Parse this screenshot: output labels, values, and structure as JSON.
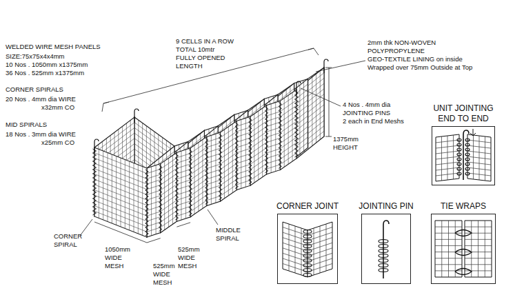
{
  "diagram": {
    "nodes": [
      {
        "text": [
          "UNIT JOINTING END TO END"
        ]
      },
      {
        "text": [
          "CORNER JOINT"
        ]
      },
      {
        "text": [
          "JOINTING PIN"
        ]
      },
      {
        "text": [
          "TIE WRAPS"
        ]
      }
    ],
    "labels": [
      "WELDED WIRE MESH PANELS",
      "SIZE:75x75x4x4mm",
      "10 Nos . 1050mm x1375mm",
      "36 Nos . 525mm x1375mm",
      "CORNER SPIRALS",
      "20 Nos . 4mm dia WIRE",
      "x32mm CO",
      "MID SPIRALS",
      "18 Nos . 3mm dia WIRE",
      "x25mm CO",
      "9 CELLS IN A ROW",
      "TOTAL 10mtr",
      "FULLY OPENED",
      "LENGTH",
      "2mm thk NON-WOVEN",
      "POLYPROPYLENE",
      "GEO-TEXTILE LINING on inside",
      "Wrapped over 75mm Outside at Top",
      "4 Nos . 4mm dia",
      "JOINTING PINS",
      "2 each in End Meshs",
      "1375mm",
      "HEIGHT",
      "CORNER",
      "SPIRAL",
      "MIDDLE",
      "SPIRAL",
      "1050mm",
      "WIDE",
      "MESH",
      "525mm",
      "WIDE",
      "MESH",
      "525mm",
      "WIDE",
      "MESH"
    ]
  }
}
